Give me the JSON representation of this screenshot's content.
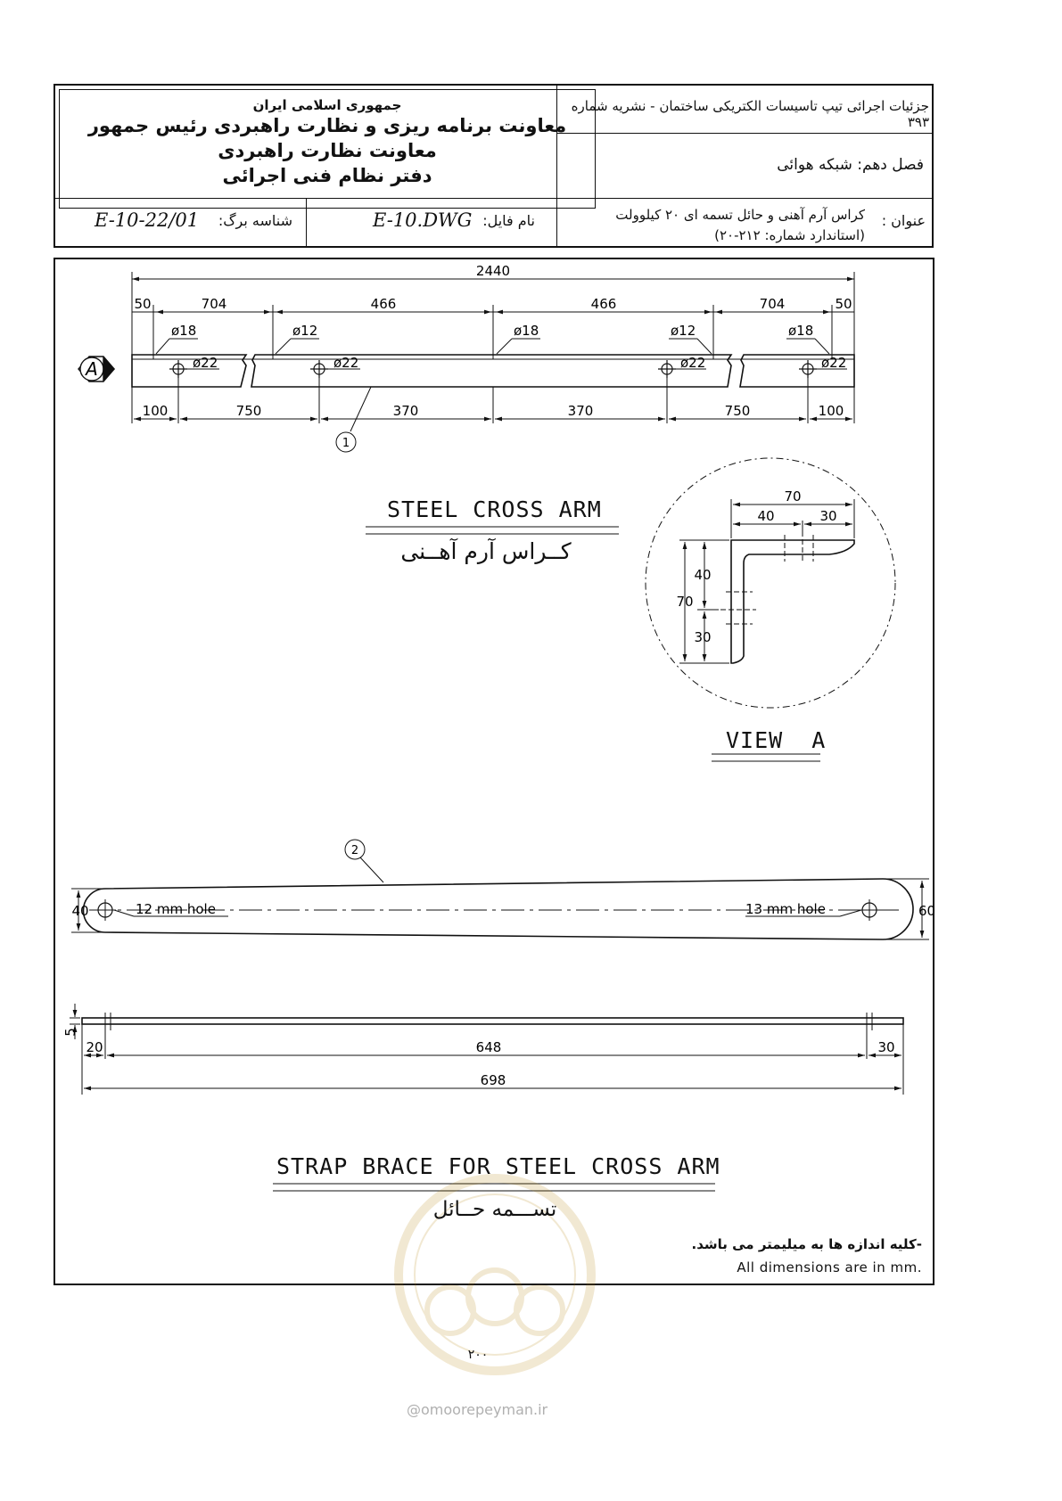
{
  "title_block": {
    "org_line1": "جمهوری اسلامی ایران",
    "org_line2": "معاونت برنامه ریزی و نظارت راهبردی رئیس جمهور",
    "org_line3": "معاونت نظارت راهبردی",
    "org_line4": "دفتر نظام فنی اجرائی",
    "publication": "جزئیات اجرائی تیپ تاسیسات الکتریکی ساختمان - نشریه شماره ۳۹۳",
    "chapter": "فصل دهم: شبکه هوائی",
    "subject_label": "عنوان :",
    "subject_line1": "کراس آرم آهنی و حائل تسمه ای ۲۰ کیلوولت",
    "subject_line2": "(استاندارد شماره: ۲۱۲-۲۰)",
    "file_label": "نام فایل:",
    "file_value": "E-10.DWG",
    "sheet_label": "شناسه برگ:",
    "sheet_value": "E-10-22/01"
  },
  "cross_arm": {
    "overall": "2440",
    "top_dims": [
      "50",
      "704",
      "466",
      "466",
      "704",
      "50"
    ],
    "bottom_dims": [
      "100",
      "750",
      "370",
      "370",
      "750",
      "100"
    ],
    "top_holes": [
      "ø18",
      "ø12",
      "ø18",
      "ø12",
      "ø18"
    ],
    "main_holes": [
      "ø22",
      "ø22",
      "ø22",
      "ø22"
    ],
    "view_marker": "A",
    "part_number": "1",
    "title_en": "STEEL CROSS ARM",
    "title_fa": "کــراس آرم آهــنی"
  },
  "view_a": {
    "width_total": "70",
    "width_left": "40",
    "width_right": "30",
    "height_total": "70",
    "height_top": "40",
    "height_bottom": "30",
    "title": "VIEW  A"
  },
  "strap": {
    "part_number": "2",
    "left_width": "40",
    "right_width": "60",
    "left_hole": "12 mm hole",
    "right_hole": "13 mm hole",
    "thickness": "5",
    "left_offset": "20",
    "middle_length": "648",
    "right_offset": "30",
    "overall_length": "698",
    "title_en": "STRAP BRACE FOR STEEL CROSS ARM",
    "title_fa": "تســـمه حــائل"
  },
  "notes": {
    "fa": "-کلیه اندازه ها به میلیمتر می باشد.",
    "en": "All dimensions are in mm."
  },
  "page_number": "۲۰۰",
  "watermark": "omoorepeyman.ir"
}
